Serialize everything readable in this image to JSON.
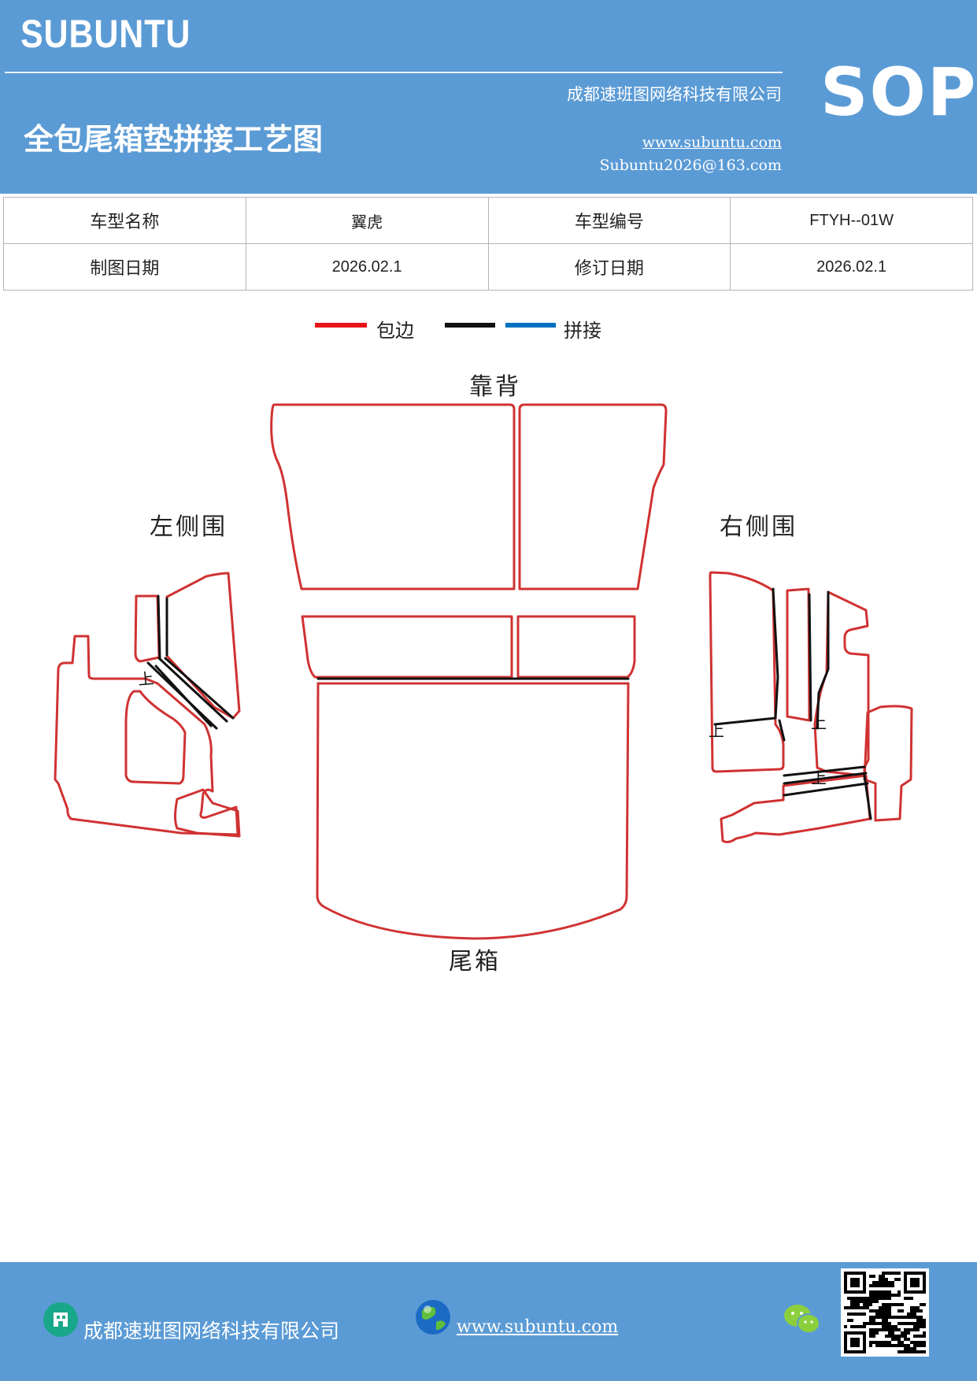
{
  "header": {
    "brand": "SUBUNTU",
    "company": "成都速班图网络科技有限公司",
    "title": "全包尾箱垫拼接工艺图",
    "website": "www.subuntu.com",
    "email": "Subuntu2026@163.com",
    "badge": "SOP"
  },
  "info_table": {
    "rows": [
      {
        "label1": "车型名称",
        "value1": "翼虎",
        "label2": "车型编号",
        "value2": "FTYH--01W"
      },
      {
        "label1": "制图日期",
        "value1": "2026.02.1",
        "label2": "修订日期",
        "value2": "2026.02.1"
      }
    ]
  },
  "legend": {
    "edge_label": "包边",
    "splice_label": "拼接",
    "colors": {
      "edge": "#e8141b",
      "black": "#111111",
      "blue": "#0070c0"
    }
  },
  "diagram": {
    "labels": {
      "backrest": "靠背",
      "left_side": "左侧围",
      "right_side": "右侧围",
      "trunk": "尾箱",
      "up_mark": "上"
    },
    "colors": {
      "outline": "#d03232",
      "seam": "#111111"
    }
  },
  "footer": {
    "company": "成都速班图网络科技有限公司",
    "website": "www.subuntu.com"
  }
}
